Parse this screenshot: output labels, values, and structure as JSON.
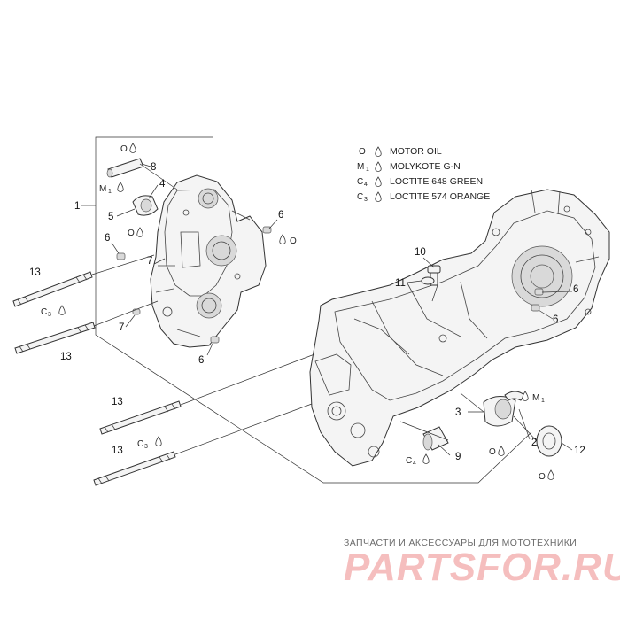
{
  "legend": [
    {
      "symbol": "O",
      "sub": "",
      "text": "MOTOR OIL"
    },
    {
      "symbol": "M",
      "sub": "1",
      "text": "MOLYKOTE G-N"
    },
    {
      "symbol": "C",
      "sub": "4",
      "text": "LOCTITE 648 GREEN"
    },
    {
      "symbol": "C",
      "sub": "3",
      "text": "LOCTITE 574 ORANGE"
    }
  ],
  "callouts": {
    "c1": "1",
    "c2": "2",
    "c3": "3",
    "c4": "4",
    "c5": "5",
    "c6a": "6",
    "c6b": "6",
    "c6c": "6",
    "c6d": "6",
    "c6e": "6",
    "c7a": "7",
    "c7b": "7",
    "c8": "8",
    "c9": "9",
    "c10": "10",
    "c11": "11",
    "c12": "12",
    "c13a": "13",
    "c13b": "13",
    "c13c": "13",
    "c13d": "13"
  },
  "symbols": {
    "o": "O",
    "m1": "M",
    "m1_sub": "1",
    "c3": "C",
    "c3_sub": "3",
    "c4": "C",
    "c4_sub": "4"
  },
  "watermark": {
    "caption": "ЗАПЧАСТИ И АКСЕССУАРЫ ДЛЯ МОТОТЕХНИКИ",
    "logo": "PARTSFOR.RU"
  }
}
